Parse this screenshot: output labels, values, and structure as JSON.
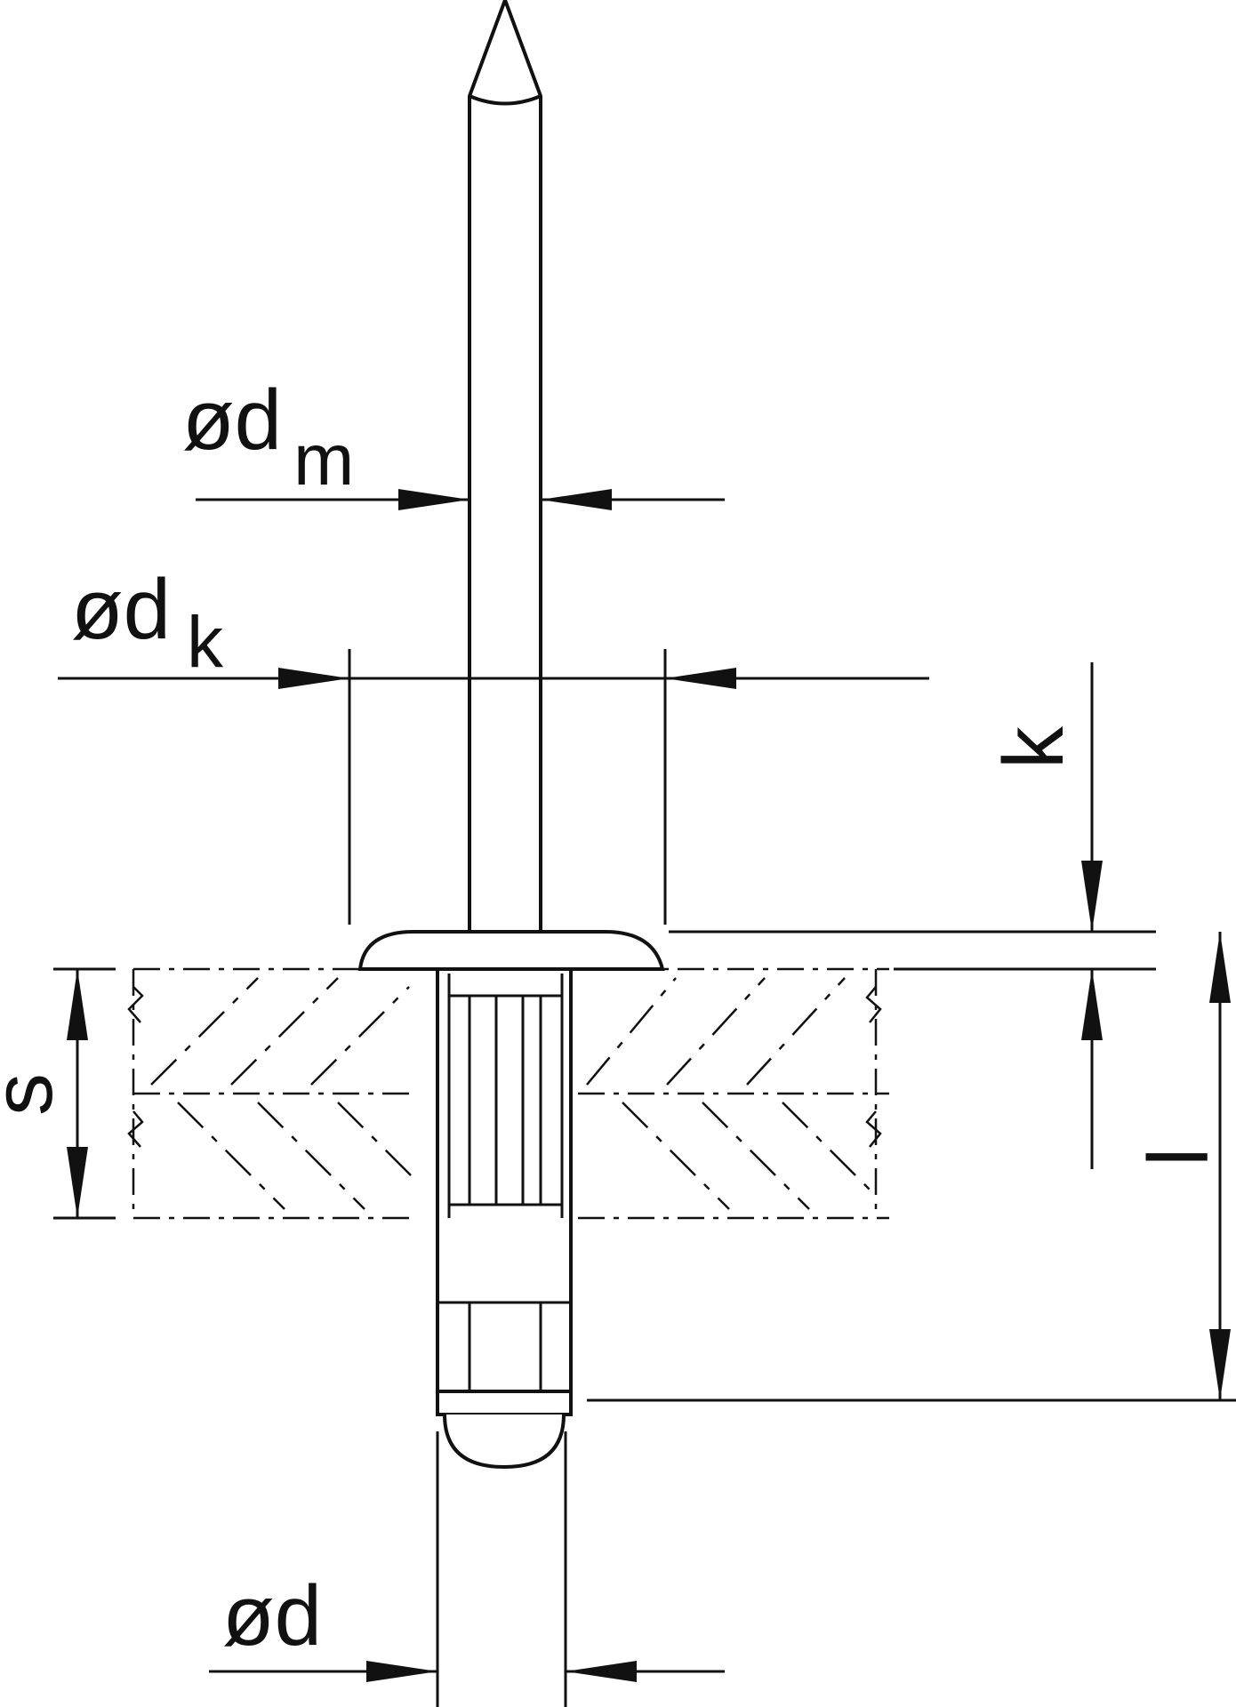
{
  "labels": {
    "dm_main": "ød",
    "dm_sub": "m",
    "dk_main": "ød",
    "dk_sub": "k",
    "k": "k",
    "s": "s",
    "l": "l",
    "d": "ød"
  },
  "colors": {
    "stroke": "#111111",
    "background": "#ffffff"
  }
}
